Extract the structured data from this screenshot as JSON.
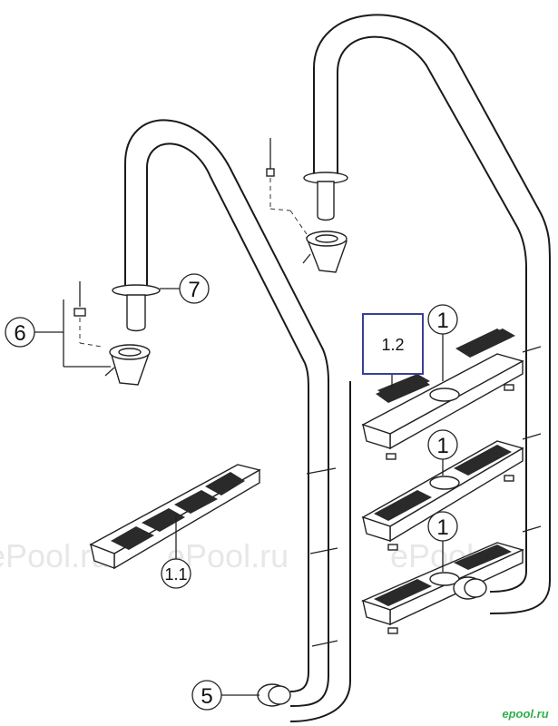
{
  "callouts": {
    "c1": "1",
    "c2": "1",
    "c3": "1",
    "c12": "1.2",
    "c11": "1.1",
    "c5": "5",
    "c6": "6",
    "c7": "7"
  },
  "watermarks": {
    "w1": "ePool.ru",
    "w2": "ePool.ru",
    "w3": "ePool.ru"
  },
  "brand": {
    "label": "epool.ru"
  },
  "colors": {
    "highlight_box": "#3a3f9a",
    "brand_green": "#2fb24a"
  }
}
